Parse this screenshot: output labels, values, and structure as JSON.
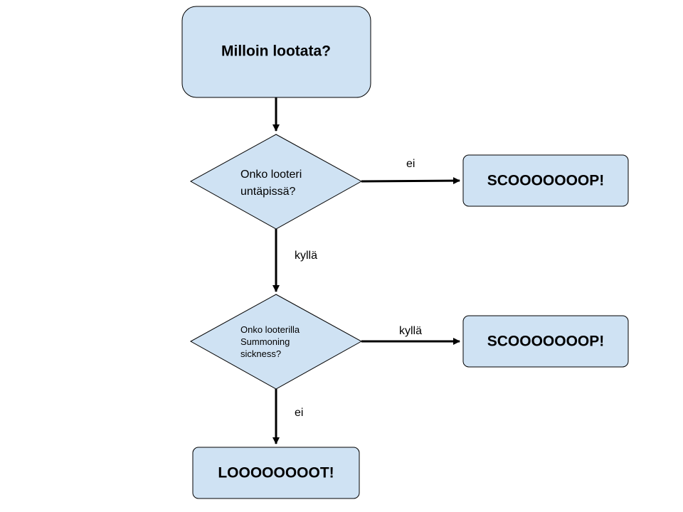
{
  "nodes": {
    "start": {
      "label": "Milloin lootata?"
    },
    "question1": {
      "lines": [
        "Onko looteri",
        "untäpissä?"
      ]
    },
    "question2": {
      "lines": [
        "Onko looterilla",
        "Summoning",
        "sickness?"
      ]
    },
    "scoop1": {
      "label": "SCOOOOOOOP!"
    },
    "scoop2": {
      "label": "SCOOOOOOOP!"
    },
    "loot": {
      "label": "LOOOOOOOOT!"
    }
  },
  "edges": {
    "q1_no": {
      "label": "ei"
    },
    "q1_yes": {
      "label": "kyllä"
    },
    "q2_yes": {
      "label": "kyllä"
    },
    "q2_no": {
      "label": "ei"
    }
  },
  "colors": {
    "node_fill": "#cfe2f3",
    "stroke": "#000000"
  }
}
